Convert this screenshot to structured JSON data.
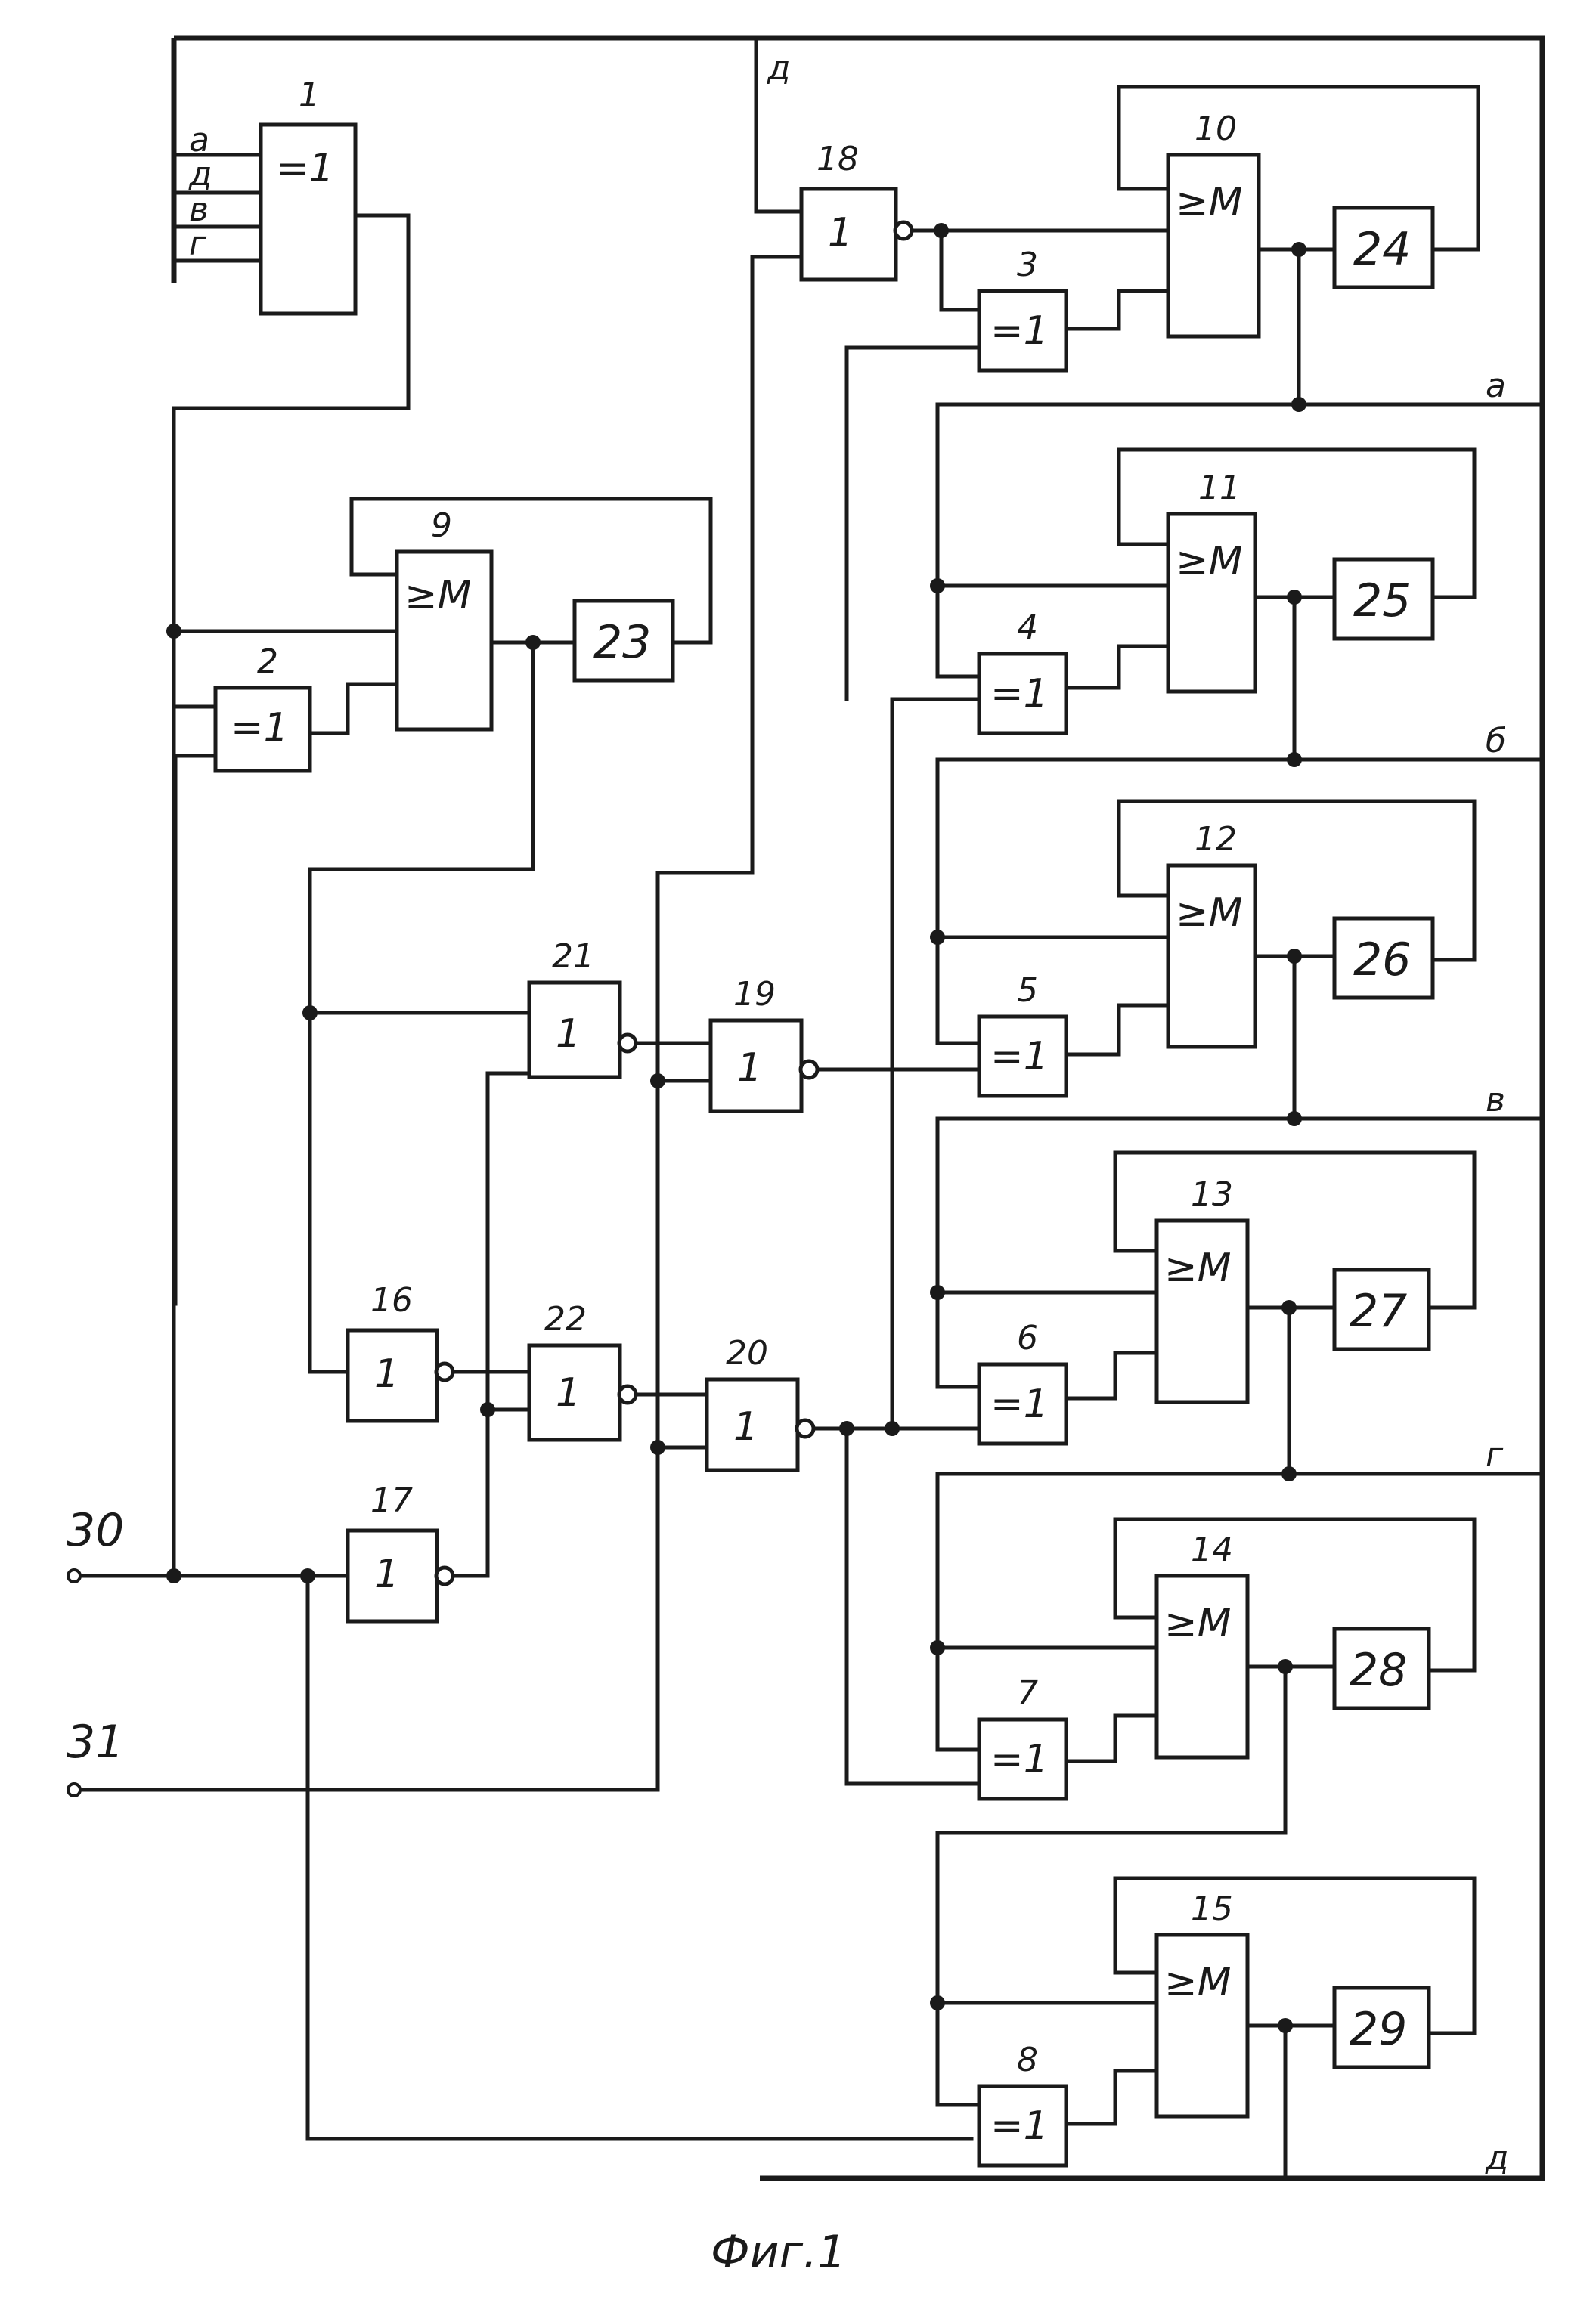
{
  "figure": {
    "caption": "Фиг.1"
  },
  "gate_symbols": {
    "xor": "=1",
    "or": "1",
    "threshold": "≥M"
  },
  "blocks": {
    "b1": "1",
    "b2": "2",
    "b3": "3",
    "b4": "4",
    "b5": "5",
    "b6": "6",
    "b7": "7",
    "b8": "8",
    "b9": "9",
    "b10": "10",
    "b11": "11",
    "b12": "12",
    "b13": "13",
    "b14": "14",
    "b15": "15",
    "b16": "16",
    "b17": "17",
    "b18": "18",
    "b19": "19",
    "b20": "20",
    "b21": "21",
    "b22": "22",
    "b23": "23",
    "b24": "24",
    "b25": "25",
    "b26": "26",
    "b27": "27",
    "b28": "28",
    "b29": "29"
  },
  "terminals": {
    "t30": "30",
    "t31": "31"
  },
  "buses": {
    "a": "а",
    "b": "б",
    "v": "в",
    "g": "г",
    "d": "д"
  }
}
